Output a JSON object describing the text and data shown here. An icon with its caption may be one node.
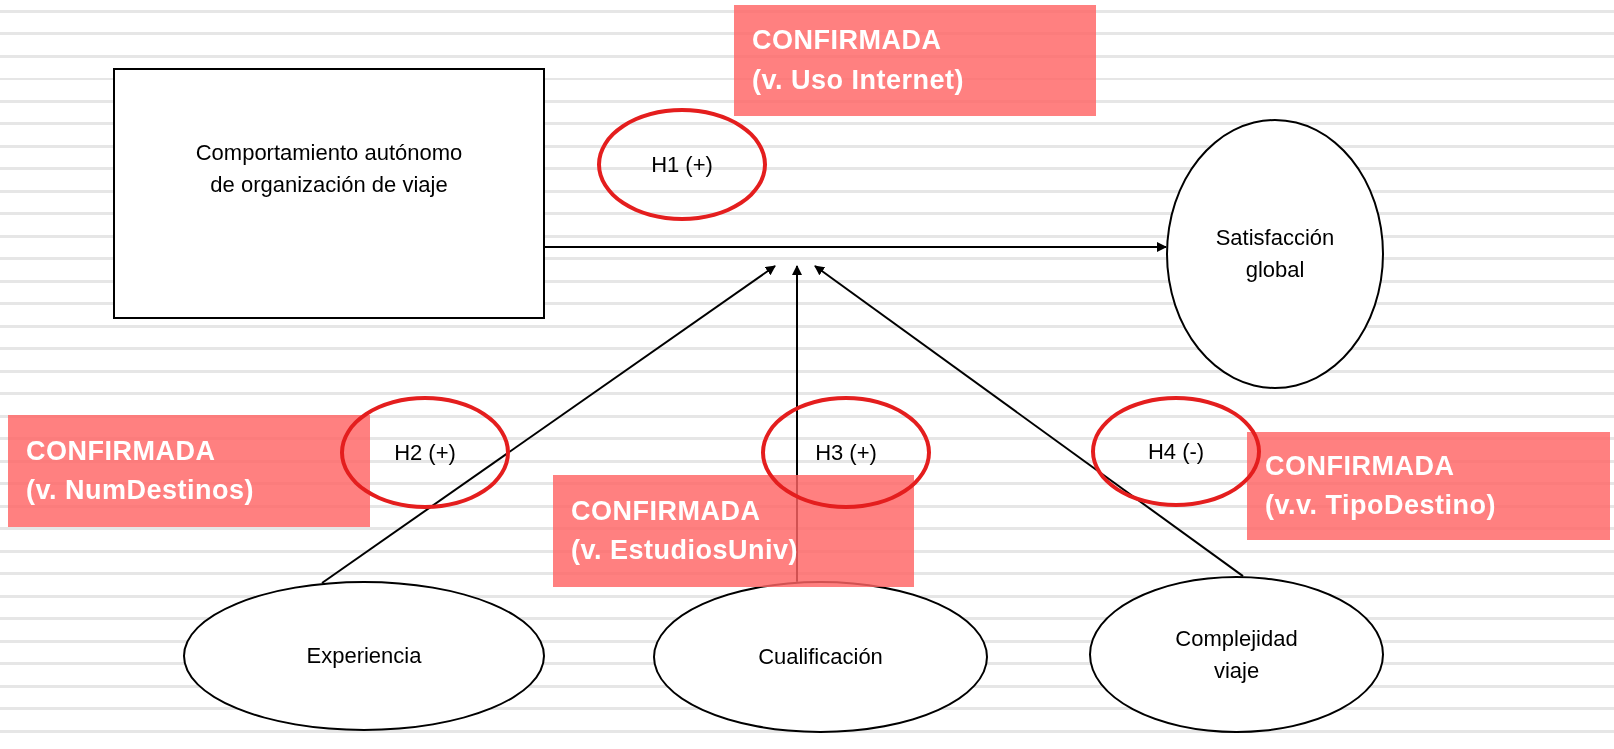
{
  "diagram": {
    "nodes": [
      {
        "text": [
          "CONFIRMADA",
          "(v. Uso Internet)"
        ]
      },
      {
        "text": [
          "Comportamiento autónomo de organización de viaje"
        ]
      },
      {
        "text": [
          "H1 (+)"
        ]
      },
      {
        "text": [
          "Satisfacción global"
        ]
      },
      {
        "text": [
          "CONFIRMADA",
          "(v. NumDestinos)"
        ]
      },
      {
        "text": [
          "H2 (+)"
        ]
      },
      {
        "text": [
          "H3 (+)"
        ]
      },
      {
        "text": [
          "H4 (-)"
        ]
      },
      {
        "text": [
          "CONFIRMADA",
          "(v.v. TipoDestino)"
        ]
      },
      {
        "text": [
          "CONFIRMADA",
          "(v. EstudiosUniv)"
        ]
      },
      {
        "text": [
          "Experiencia"
        ]
      },
      {
        "text": [
          "Cualificación"
        ]
      },
      {
        "text": [
          "Complejidad viaje"
        ]
      }
    ],
    "edges": [
      {
        "from": 1,
        "to": 3,
        "arrow": "to"
      },
      {
        "from": 10,
        "to": null,
        "arrow": "to"
      },
      {
        "from": 11,
        "to": null,
        "arrow": "to"
      },
      {
        "from": 12,
        "to": null,
        "arrow": "to"
      }
    ]
  }
}
